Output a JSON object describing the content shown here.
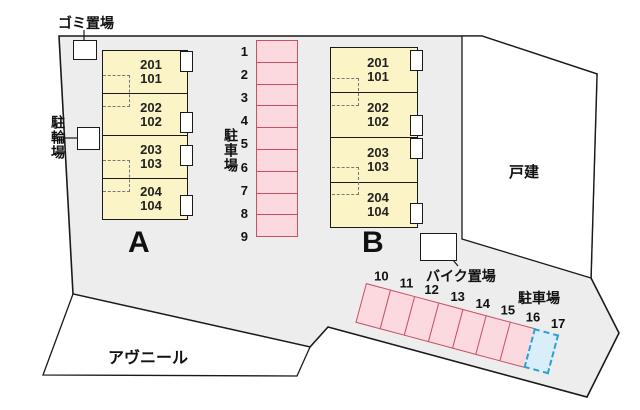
{
  "site": {
    "ground_label": "アヴニール",
    "kodate_label": "戸建"
  },
  "facilities": {
    "garbage_label": "ゴミ置場",
    "bicycle_label": "駐輪場",
    "bike_label": "バイク置場"
  },
  "building_a": {
    "label": "A",
    "units": [
      {
        "upper": "201",
        "lower": "101"
      },
      {
        "upper": "202",
        "lower": "102"
      },
      {
        "upper": "203",
        "lower": "103"
      },
      {
        "upper": "204",
        "lower": "104"
      }
    ]
  },
  "building_b": {
    "label": "B",
    "units": [
      {
        "upper": "201",
        "lower": "101"
      },
      {
        "upper": "202",
        "lower": "102"
      },
      {
        "upper": "203",
        "lower": "103"
      },
      {
        "upper": "204",
        "lower": "104"
      }
    ]
  },
  "parking_middle": {
    "label": "駐車場",
    "stalls": [
      "1",
      "2",
      "3",
      "4",
      "5",
      "6",
      "7",
      "8",
      "9"
    ]
  },
  "parking_bottom": {
    "label": "駐車場",
    "stalls": [
      "10",
      "11",
      "12",
      "13",
      "14",
      "15",
      "16",
      "17"
    ]
  },
  "colors": {
    "site_fill": "#ededed",
    "building_fill": "#faf4c6",
    "stall_fill": "#fcd9de",
    "stall_border": "#c75064",
    "reserved_stall_fill": "#d9eef8",
    "reserved_stall_border": "#2e9fd4",
    "outline": "#1a1a1a"
  }
}
